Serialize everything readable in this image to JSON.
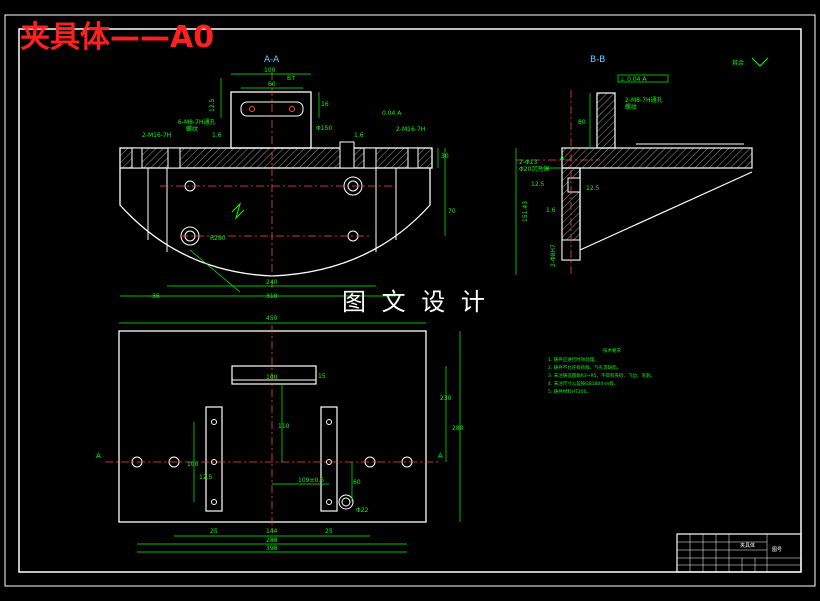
{
  "title": "夹具体——A0",
  "watermark": "图 文 设 计",
  "views": {
    "section_aa": "A-A",
    "section_bb": "B-B",
    "roughness_label": "其余"
  },
  "dimensions": {
    "aa": {
      "d100": "100",
      "d60": "60",
      "dB": "B↑",
      "d125": "12.5",
      "d16": "16",
      "thread_hole": "6-M8-7H通孔",
      "thread_note": "螺纹",
      "thread_m16a": "2-M16-7H",
      "thread_m16b": "2-M16-7H",
      "tol_flat": "0.04 A",
      "d150": "Φ150",
      "d30": "30",
      "d70": "70",
      "r280": "R280",
      "d240": "240",
      "d318": "318",
      "d36": "36",
      "d1_6a": "1.6",
      "d1_6b": "1.6"
    },
    "bb": {
      "tol_perp": "⊥ 0.04 A",
      "thread_m8": "2-M8-7H通孔",
      "thread_note": "螺纹",
      "d80": "80",
      "hole1": "2-Φ13",
      "hole1_note": "Φ20沉孔深",
      "datum_a": "A",
      "d125": "12.5",
      "d1_6": "1.6",
      "d125b": "12.5",
      "d152": "151.43",
      "hole2": "2-Φ8H7"
    },
    "plan": {
      "d450": "450",
      "d100": "100",
      "d15": "15",
      "d110": "110",
      "d100b": "100",
      "d125": "12.5",
      "d109": "109±0.5",
      "d60": "60",
      "d22": "Φ22",
      "d25a": "25",
      "d144": "144",
      "d25b": "25",
      "d288": "288",
      "d398": "398",
      "d230": "230",
      "d280": "280",
      "arrow_a_left": "A",
      "arrow_a_right": "A"
    }
  },
  "notes": {
    "heading": "技术要求",
    "items": [
      "1. 铸件应进行时效处理。",
      "2. 铸件不允许有砂眼、气孔等缺陷。",
      "3. 未注铸造圆角R3~R5，不得有夹砂、飞边、毛刺。",
      "4. 未注尺寸公差按GB1804-m级。",
      "5. 铸件材料HT200。"
    ]
  },
  "title_block": {
    "name": "夹具体",
    "code": "图号"
  }
}
